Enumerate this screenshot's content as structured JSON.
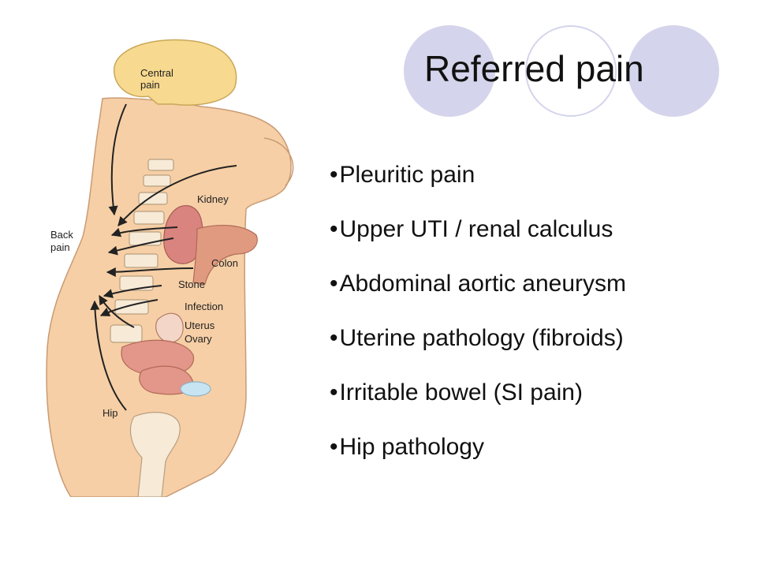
{
  "slide": {
    "title": "Referred pain",
    "bullets": [
      "Pleuritic pain",
      "Upper UTI / renal calculus",
      "Abdominal aortic aneurysm",
      "Uterine pathology (fibroids)",
      "Irritable bowel (SI pain)",
      "Hip pathology"
    ],
    "bullet_marker": "•"
  },
  "figure": {
    "labels": {
      "central_1": "Central",
      "central_2": "pain",
      "back_1": "Back",
      "back_2": "pain",
      "kidney": "Kidney",
      "colon": "Colon",
      "stone": "Stone",
      "infection": "Infection",
      "uterus": "Uterus",
      "ovary": "Ovary",
      "hip": "Hip"
    }
  },
  "colors": {
    "decor_circle": "#d4d4ec",
    "skin": "#f6cfa6",
    "brain": "#f7d98f",
    "kidney": "#d9847f",
    "colon": "#e09a80",
    "bone": "#f7ead7",
    "bladder": "#c7e4f2"
  }
}
